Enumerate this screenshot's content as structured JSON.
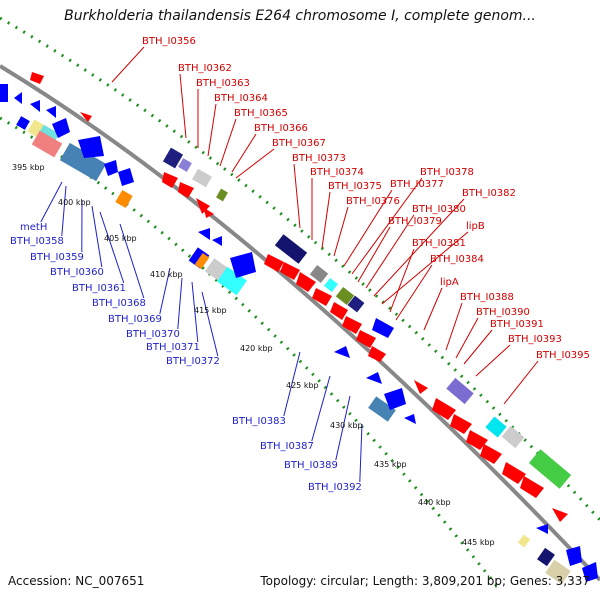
{
  "title": "Burkholderia thailandensis E264 chromosome I, complete genom...",
  "accession": "Accession: NC_007651",
  "summary": "Topology: circular; Length: 3,809,201 bp; Genes: 3,337",
  "colors": {
    "label_upper": "#d40000",
    "label_lower": "#1f1fcc",
    "backbone": "#888888",
    "gc_dots": "#1e8f1e",
    "arrow_red": "#ff0000",
    "arrow_blue": "#0000ff"
  },
  "kbp_ticks": [
    "395 kbp",
    "400 kbp",
    "405 kbp",
    "410 kbp",
    "415 kbp",
    "420 kbp",
    "425 kbp",
    "430 kbp",
    "435 kbp",
    "440 kbp",
    "445 kbp"
  ],
  "upper_labels": [
    "BTH_I0356",
    "BTH_I0362",
    "BTH_I0363",
    "BTH_I0364",
    "BTH_I0365",
    "BTH_I0366",
    "BTH_I0367",
    "BTH_I0373",
    "BTH_I0374",
    "BTH_I0375",
    "BTH_I0376",
    "BTH_I0377",
    "BTH_I0378",
    "BTH_I0379",
    "BTH_I0380",
    "BTH_I0382",
    "lipB",
    "BTH_I0381",
    "BTH_I0384",
    "lipA",
    "BTH_I0388",
    "BTH_I0390",
    "BTH_I0391",
    "BTH_I0393",
    "BTH_I0395"
  ],
  "lower_labels": [
    "metH",
    "BTH_I0358",
    "BTH_I0359",
    "BTH_I0360",
    "BTH_I0361",
    "BTH_I0368",
    "BTH_I0369",
    "BTH_I0370",
    "BTH_I0371",
    "BTH_I0372",
    "BTH_I0383",
    "BTH_I0387",
    "BTH_I0389",
    "BTH_I0392"
  ]
}
